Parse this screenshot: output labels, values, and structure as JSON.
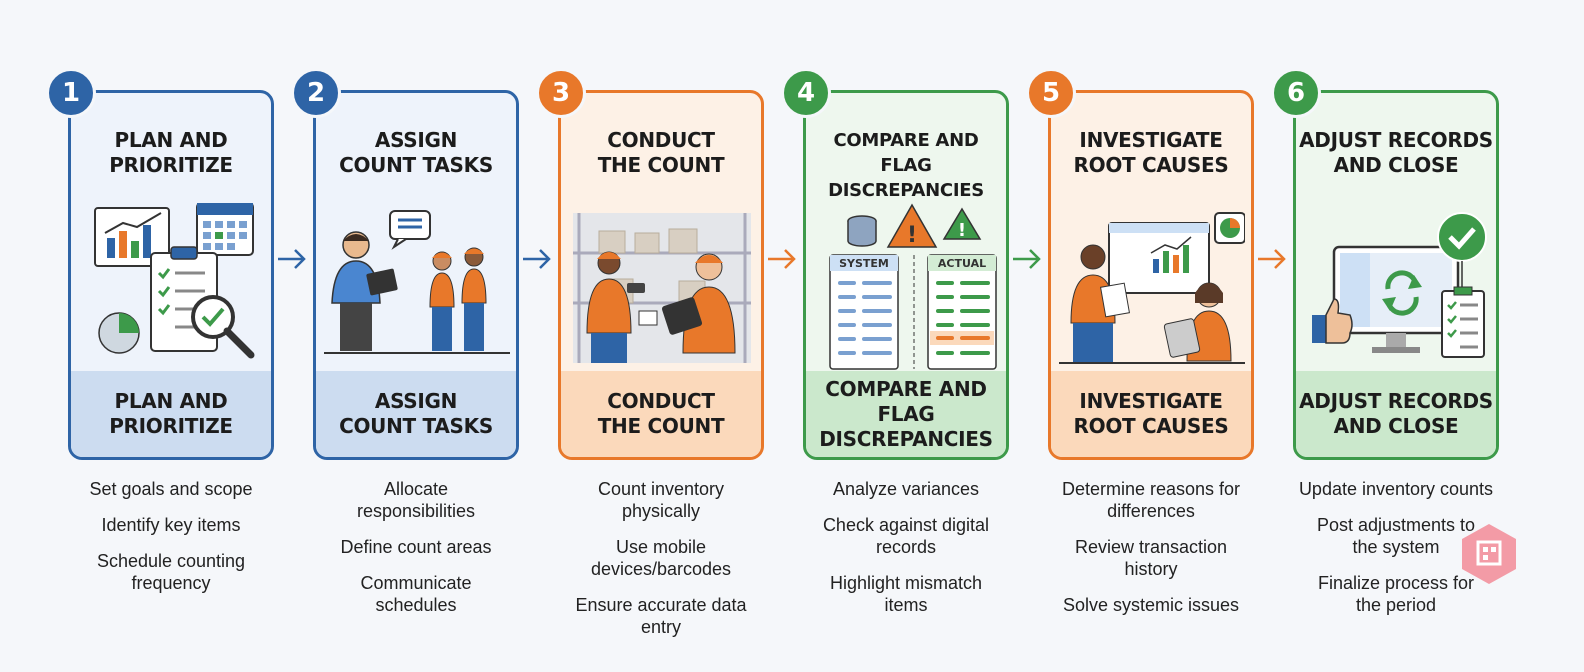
{
  "steps": [
    {
      "number": "1",
      "title_top": "PLAN AND\nPRIORITIZE",
      "title_bottom": "PLAN AND\nPRIORITIZE",
      "desc": [
        "Set goals and scope",
        "Identify key items",
        "Schedule counting\nfrequency"
      ],
      "color": "#2e64a6",
      "fill": "#eef3fb",
      "band": "#ccdcf0"
    },
    {
      "number": "2",
      "title_top": "ASSIGN\nCOUNT TASKS",
      "title_bottom": "ASSIGN\nCOUNT TASKS",
      "desc": [
        "Allocate\nresponsibilities",
        "Define count areas",
        "Communicate\nschedules"
      ],
      "color": "#2e64a6",
      "fill": "#eef3fb",
      "band": "#ccdcf0"
    },
    {
      "number": "3",
      "title_top": "CONDUCT\nTHE COUNT",
      "title_bottom": "CONDUCT\nTHE COUNT",
      "desc": [
        "Count inventory\nphysically",
        "Use mobile\ndevices/barcodes",
        "Ensure accurate data\nentry"
      ],
      "color": "#e8782a",
      "fill": "#fdf1e6",
      "band": "#fbd9bb"
    },
    {
      "number": "4",
      "title_top": "COMPARE AND FLAG\nDISCREPANCIES",
      "title_bottom": "COMPARE AND\nFLAG\nDISCREPANCIES",
      "desc": [
        "Analyze variances",
        "Check against digital\nrecords",
        "Highlight mismatch\nitems"
      ],
      "color": "#3d9a4a",
      "fill": "#eef7ee",
      "band": "#cbe8cc"
    },
    {
      "number": "5",
      "title_top": "INVESTIGATE\nROOT CAUSES",
      "title_bottom": "INVESTIGATE\nROOT CAUSES",
      "desc": [
        "Determine reasons for\ndifferences",
        "Review transaction\nhistory",
        "Solve systemic issues"
      ],
      "color": "#e8782a",
      "fill": "#fdf1e6",
      "band": "#fbd9bb"
    },
    {
      "number": "6",
      "title_top": "ADJUST RECORDS\nAND CLOSE",
      "title_bottom": "ADJUST RECORDS\nAND CLOSE",
      "desc": [
        "Update inventory counts",
        "Post adjustments to\nthe system",
        "Finalize process for\nthe period"
      ],
      "color": "#3d9a4a",
      "fill": "#eef7ee",
      "band": "#cbe8cc"
    }
  ],
  "illustrations": {
    "system_label": "SYSTEM",
    "actual_label": "ACTUAL"
  },
  "colors": {
    "blue": "#2e64a6",
    "orange": "#e8782a",
    "green": "#3d9a4a",
    "arrow": "#2e64a6"
  }
}
